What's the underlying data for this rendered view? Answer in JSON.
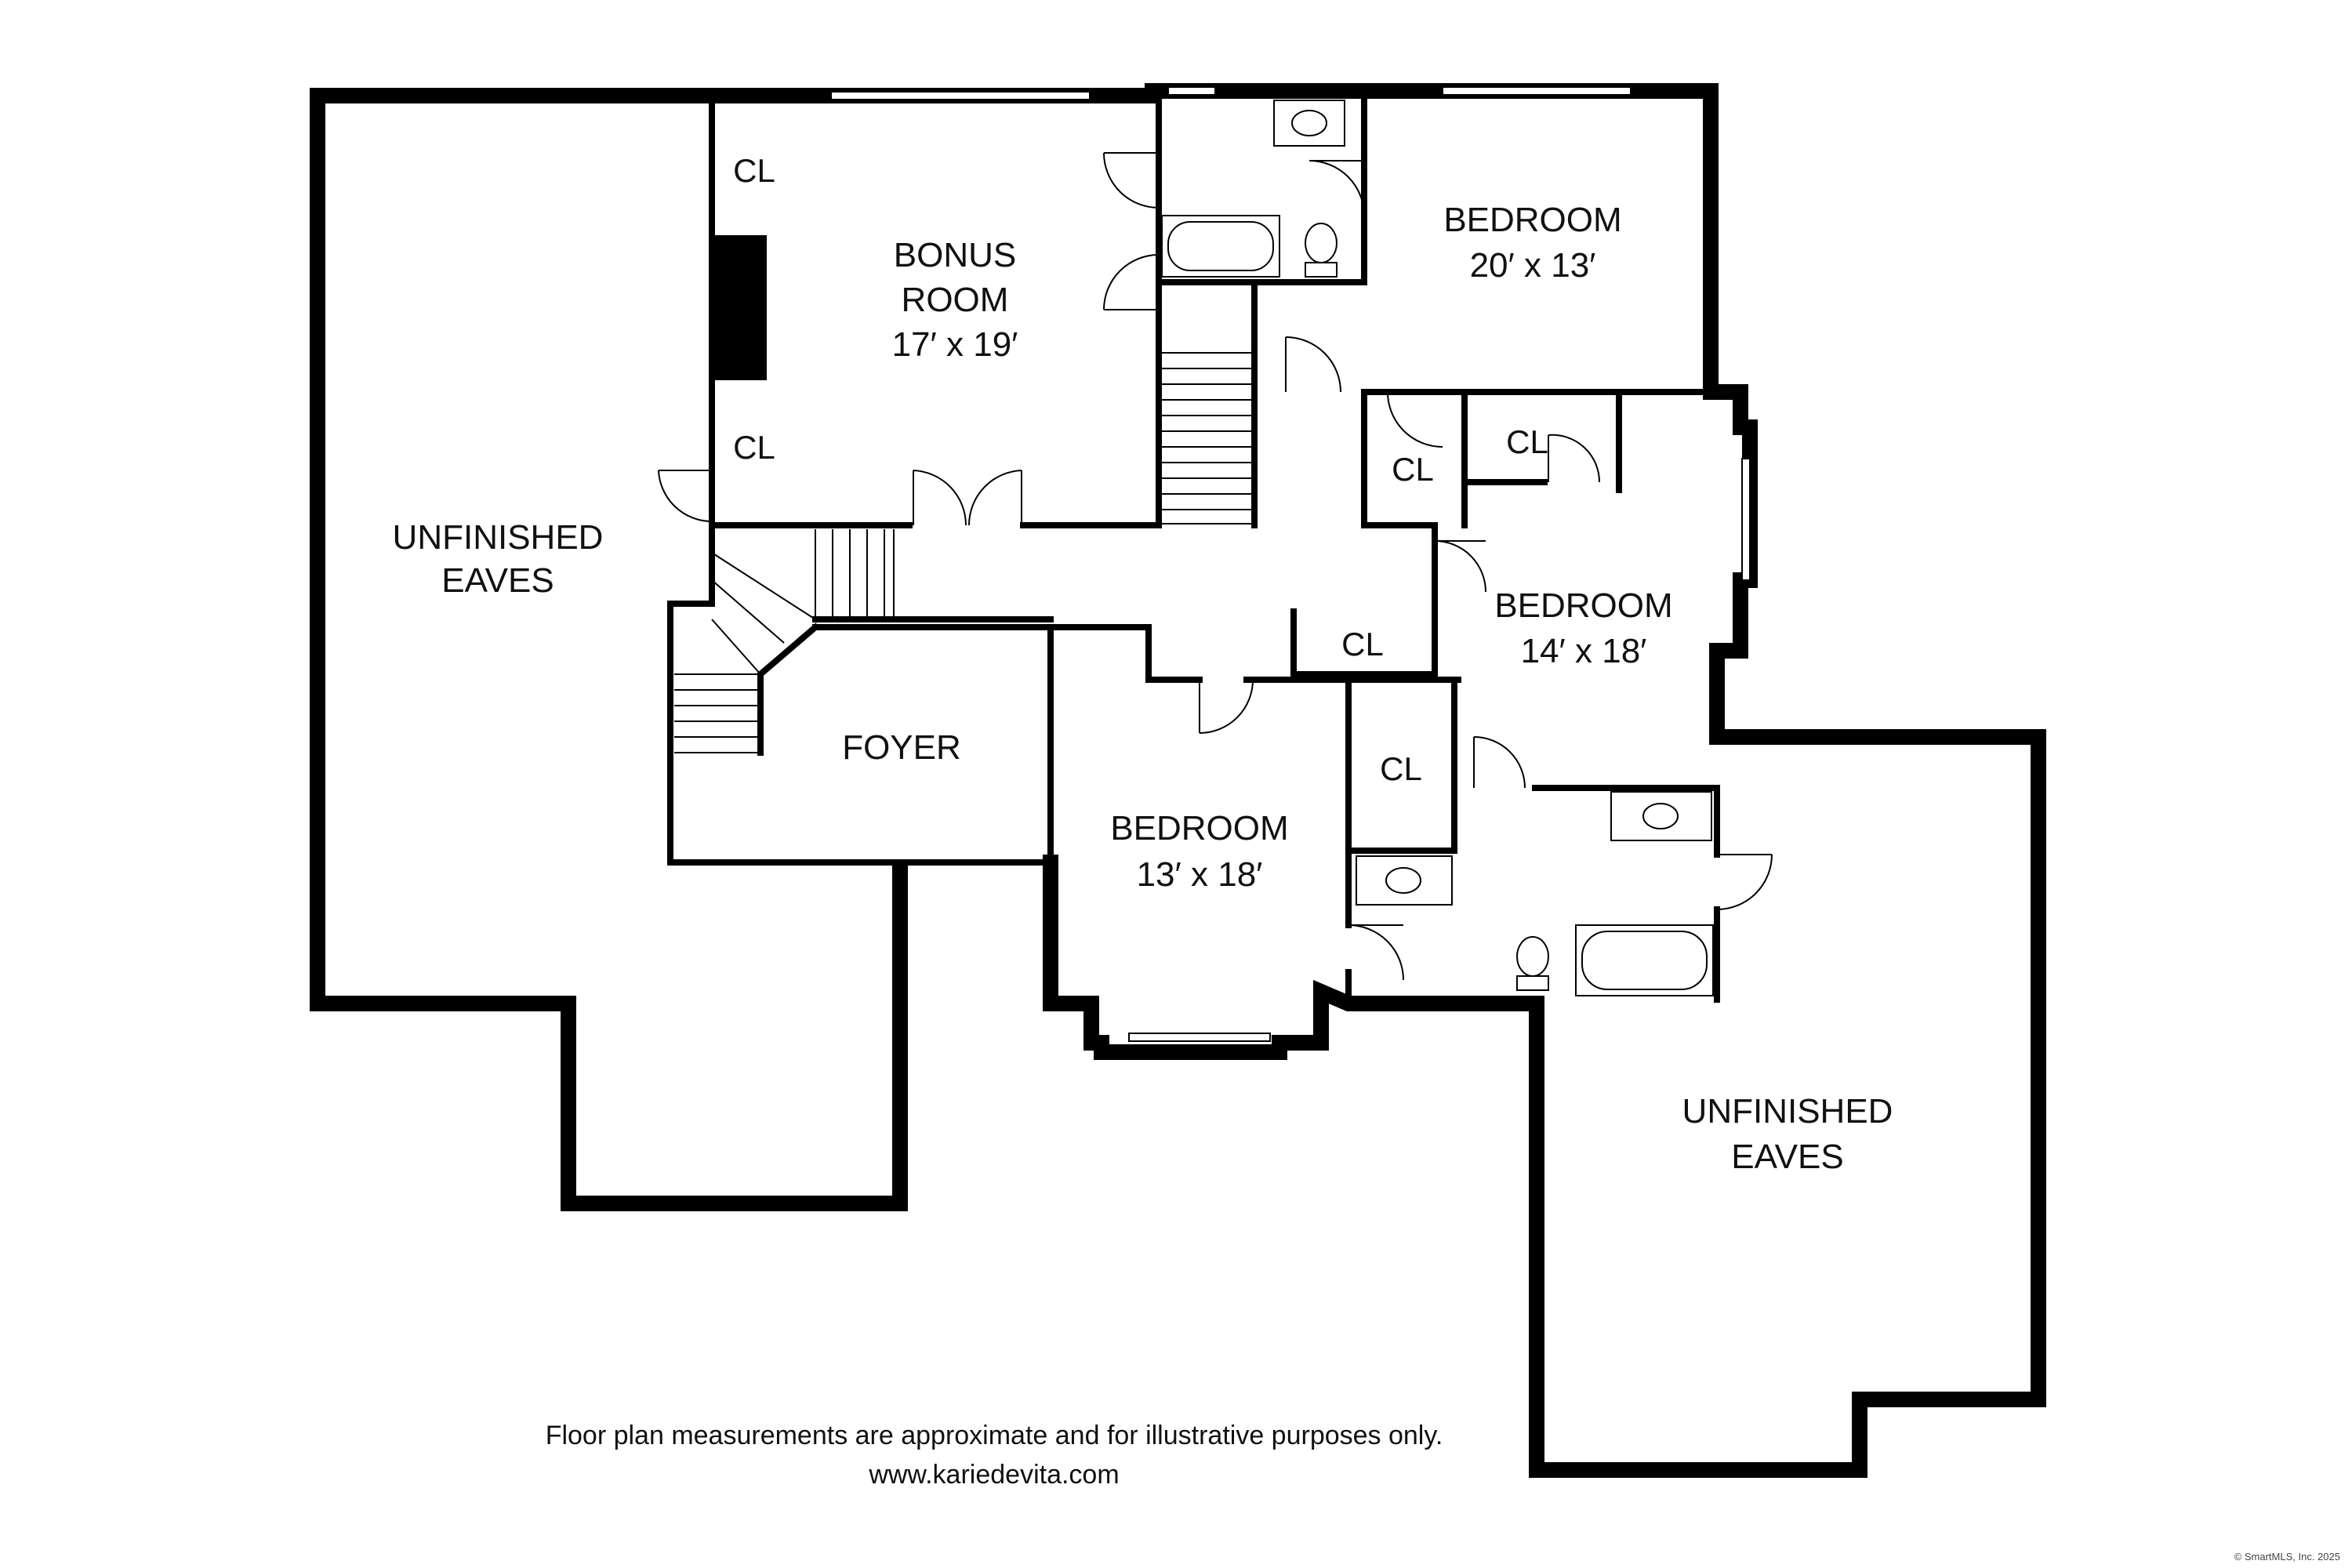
{
  "rooms": {
    "bonus": {
      "name_line1": "BONUS",
      "name_line2": "ROOM",
      "dims": "17′ x 19′"
    },
    "bedroom_ne": {
      "name": "BEDROOM",
      "dims": "20′ x 13′"
    },
    "bedroom_e": {
      "name": "BEDROOM",
      "dims": "14′ x 18′"
    },
    "bedroom_s": {
      "name": "BEDROOM",
      "dims": "13′ x 18′"
    },
    "foyer": {
      "name": "FOYER"
    },
    "eaves_w": {
      "line1": "UNFINISHED",
      "line2": "EAVES"
    },
    "eaves_se": {
      "line1": "UNFINISHED",
      "line2": "EAVES"
    },
    "closet_label": "CL"
  },
  "footer": {
    "disclaimer": "Floor plan measurements are approximate and for illustrative purposes only.",
    "website": "www.kariedevita.com",
    "copyright": "© SmartMLS, Inc. 2025"
  }
}
